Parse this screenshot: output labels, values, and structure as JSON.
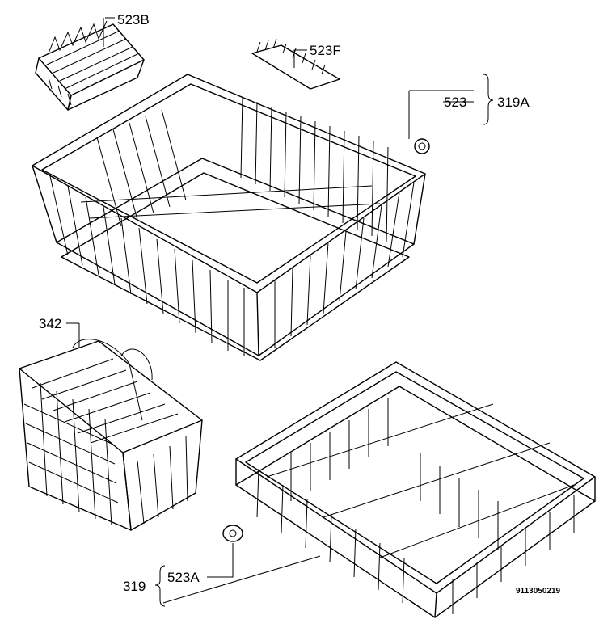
{
  "labels": {
    "p523b": "523B",
    "p523f": "523F",
    "p523": "523",
    "p319a": "319A",
    "p342": "342",
    "p523a": "523A",
    "p319": "319"
  },
  "drawing_code": "9113050219"
}
